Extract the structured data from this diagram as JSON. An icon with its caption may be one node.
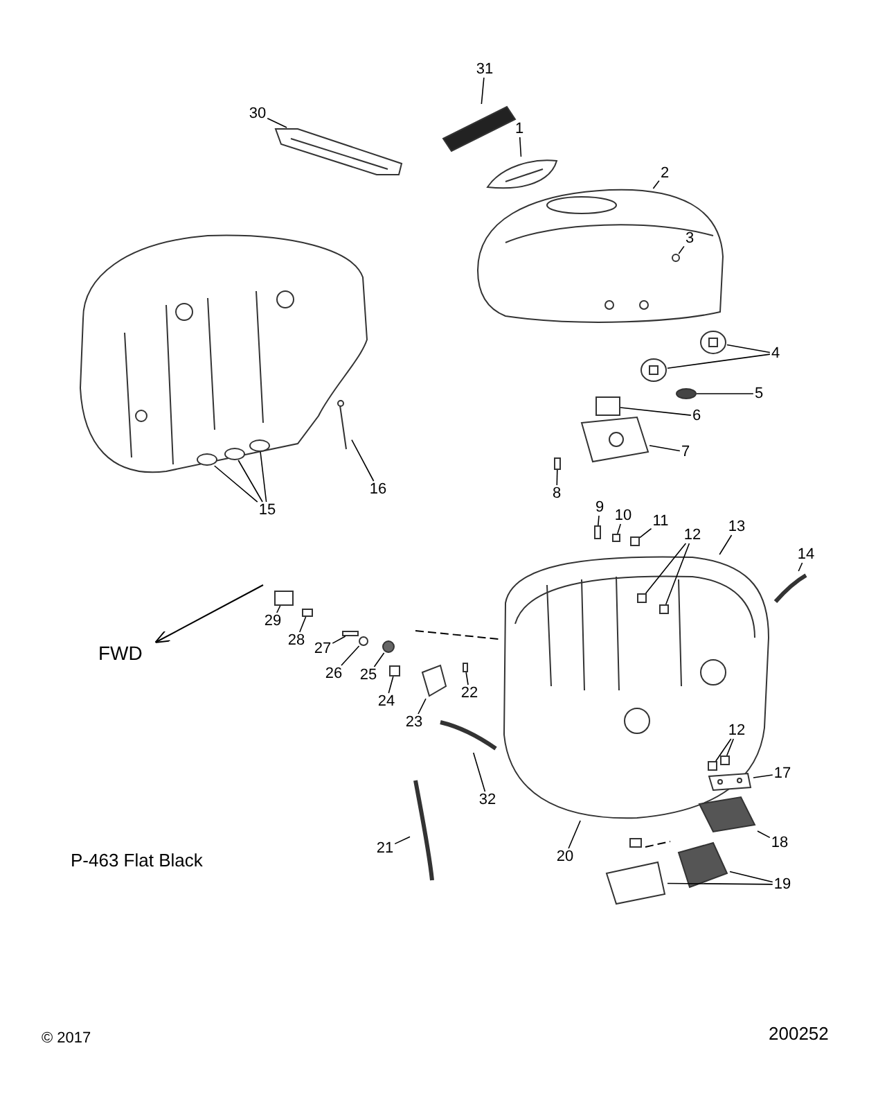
{
  "diagram": {
    "nodes": [
      {
        "text": [
          "31"
        ]
      },
      {
        "text": [
          "30"
        ]
      },
      {
        "text": [
          "1"
        ]
      },
      {
        "text": [
          "2"
        ]
      },
      {
        "text": [
          "3"
        ],
        "in": 36
      },
      {
        "text": [
          "4"
        ]
      },
      {
        "text": [
          "5"
        ]
      },
      {
        "text": [
          "6"
        ]
      },
      {
        "text": [
          "7"
        ]
      },
      {
        "text": [
          "16"
        ]
      },
      {
        "text": [
          "8"
        ]
      },
      {
        "text": [
          "9"
        ]
      },
      {
        "text": [
          "15"
        ]
      },
      {
        "text": [
          "10"
        ]
      },
      {
        "text": [
          "11"
        ]
      },
      {
        "text": [
          "12"
        ]
      },
      {
        "text": [
          "13"
        ]
      },
      {
        "text": [
          "14"
        ]
      },
      {
        "text": [
          "29"
        ]
      },
      {
        "text": [
          "28"
        ]
      },
      {
        "text": [
          "27"
        ]
      },
      {
        "text": [
          "26"
        ]
      },
      {
        "text": [
          "25"
        ]
      },
      {
        "text": [
          "22"
        ]
      },
      {
        "text": [
          "24"
        ]
      },
      {
        "text": [
          "23"
        ]
      },
      {
        "text": [
          "12"
        ],
        "in": 52
      },
      {
        "text": [
          "17"
        ]
      },
      {
        "text": [
          "32"
        ]
      },
      {
        "text": [
          "21"
        ]
      },
      {
        "text": [
          "18"
        ]
      },
      {
        "text": [
          "20"
        ]
      },
      {
        "text": [
          "19"
        ]
      },
      {
        "text": [],
        "shape": "picture"
      },
      {
        "text": [],
        "shape": "picture"
      },
      {
        "text": [],
        "shape": "picture"
      },
      {
        "text": [],
        "shape": "picture"
      },
      {
        "text": [],
        "shape": "circle",
        "in": 36
      },
      {
        "text": [],
        "shape": "picture"
      },
      {
        "text": [],
        "shape": "picture"
      },
      {
        "text": [],
        "shape": "circle"
      },
      {
        "text": [],
        "shape": "box"
      },
      {
        "text": [],
        "shape": "picture"
      },
      {
        "text": [],
        "shape": "box"
      },
      {
        "text": [],
        "shape": "picture"
      },
      {
        "text": [],
        "shape": "picture",
        "in": 44
      },
      {
        "text": [],
        "shape": "circle",
        "in": 44
      },
      {
        "text": [],
        "shape": "circle",
        "in": 44
      },
      {
        "text": [],
        "shape": "circle",
        "in": 44
      },
      {
        "text": [],
        "shape": "box"
      },
      {
        "text": [],
        "shape": "box"
      },
      {
        "text": [],
        "shape": "box"
      },
      {
        "text": [],
        "shape": "picture"
      },
      {
        "text": [],
        "shape": "box",
        "in": 52
      },
      {
        "text": [],
        "shape": "box",
        "in": 52
      },
      {
        "text": [],
        "shape": "picture"
      },
      {
        "text": [],
        "shape": "box"
      },
      {
        "text": [],
        "shape": "box"
      },
      {
        "text": [],
        "shape": "box"
      },
      {
        "text": [],
        "shape": "circle"
      },
      {
        "text": [],
        "shape": "circle"
      },
      {
        "text": [],
        "shape": "box"
      },
      {
        "text": [],
        "shape": "picture"
      },
      {
        "text": [],
        "shape": "box"
      },
      {
        "text": [],
        "shape": "picture"
      },
      {
        "text": [],
        "shape": "picture"
      },
      {
        "text": [],
        "shape": "box",
        "in": 52
      },
      {
        "text": [],
        "shape": "box",
        "in": 52
      },
      {
        "text": [],
        "shape": "picture",
        "in": 52
      },
      {
        "text": [],
        "shape": "picture"
      },
      {
        "text": [],
        "shape": "picture"
      },
      {
        "text": [],
        "shape": "picture"
      }
    ],
    "edges": [
      {
        "from": 0,
        "to": 33,
        "arrow": "none"
      },
      {
        "from": 1,
        "to": 34,
        "arrow": "none"
      },
      {
        "from": 2,
        "to": 35,
        "arrow": "none"
      },
      {
        "from": 3,
        "to": 36,
        "arrow": "none"
      },
      {
        "from": 4,
        "to": 37,
        "arrow": "none"
      },
      {
        "from": 5,
        "to": 38,
        "arrow": "none"
      },
      {
        "from": 5,
        "to": 39,
        "arrow": "none"
      },
      {
        "from": 6,
        "to": 40,
        "arrow": "none"
      },
      {
        "from": 7,
        "to": 41,
        "arrow": "none"
      },
      {
        "from": 8,
        "to": 42,
        "arrow": "none"
      },
      {
        "from": 9,
        "to": 45,
        "arrow": "none"
      },
      {
        "from": 10,
        "to": 43,
        "arrow": "none"
      },
      {
        "from": 11,
        "to": 49,
        "arrow": "none"
      },
      {
        "from": 12,
        "to": 46,
        "arrow": "none"
      },
      {
        "from": 12,
        "to": 47,
        "arrow": "none"
      },
      {
        "from": 12,
        "to": 48,
        "arrow": "none"
      },
      {
        "from": 13,
        "to": 50,
        "arrow": "none"
      },
      {
        "from": 14,
        "to": 51,
        "arrow": "none"
      },
      {
        "from": 15,
        "to": 53,
        "arrow": "none"
      },
      {
        "from": 15,
        "to": 54,
        "arrow": "none"
      },
      {
        "from": 16,
        "to": 52,
        "arrow": "none"
      },
      {
        "from": 17,
        "to": 55,
        "arrow": "none"
      },
      {
        "from": 18,
        "to": 56,
        "arrow": "none"
      },
      {
        "from": 19,
        "to": 57,
        "arrow": "none"
      },
      {
        "from": 20,
        "to": 58,
        "arrow": "none"
      },
      {
        "from": 21,
        "to": 59,
        "arrow": "none"
      },
      {
        "from": 22,
        "to": 60,
        "arrow": "none"
      },
      {
        "from": 23,
        "to": 63,
        "arrow": "none"
      },
      {
        "from": 24,
        "to": 61,
        "arrow": "none"
      },
      {
        "from": 25,
        "to": 62,
        "arrow": "none"
      },
      {
        "from": 26,
        "to": 66,
        "arrow": "none"
      },
      {
        "from": 26,
        "to": 67,
        "arrow": "none"
      },
      {
        "from": 27,
        "to": 68,
        "arrow": "none"
      },
      {
        "from": 28,
        "to": 64,
        "arrow": "none"
      },
      {
        "from": 29,
        "to": 65,
        "arrow": "none"
      },
      {
        "from": 30,
        "to": 69,
        "arrow": "none"
      },
      {
        "from": 31,
        "to": 52,
        "arrow": "none"
      },
      {
        "from": 32,
        "to": 70,
        "arrow": "none"
      },
      {
        "from": 32,
        "to": 71,
        "arrow": "none"
      }
    ],
    "labels": [
      "FWD",
      "P-463 Flat Black",
      "© 2017",
      "200252"
    ]
  }
}
